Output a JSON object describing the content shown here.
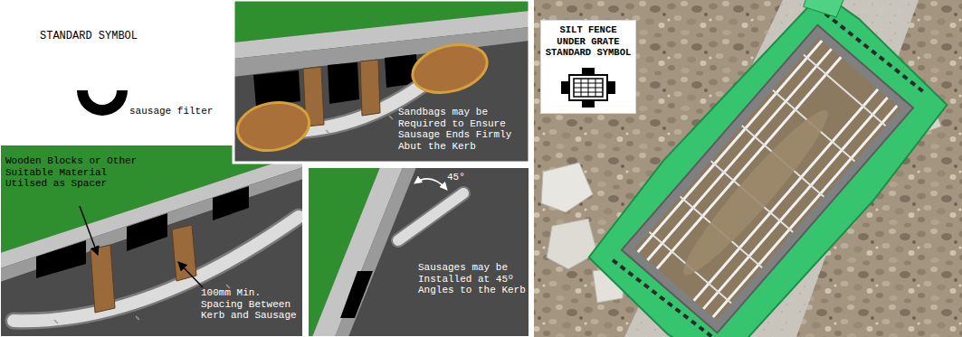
{
  "diagram": {
    "nodes": [
      {
        "text": [
          "SILT FENCE UNDER GRATE STANDARD SYMBOL"
        ]
      }
    ],
    "labels": [
      "STANDARD SYMBOL",
      "sausage filter",
      "Sandbags may be Required to Ensure Sausage Ends Firmly Abut the Kerb",
      "Wooden Blocks or Other Suitable Material Utilsed as Spacer",
      "100mm Min. Spacing Between Kerb and Sausage",
      "45°",
      "Sausages may be Installed at 45º Angles to the Kerb"
    ]
  }
}
